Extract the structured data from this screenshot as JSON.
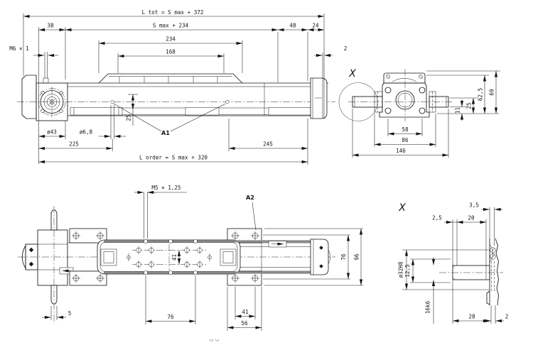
{
  "colors": {
    "line": "#141414",
    "rail_band": "#8a8a8a",
    "background": "#ffffff"
  },
  "side_view": {
    "dim_l_tot": "L tot = S max + 372",
    "dim_s_max": "S max + 234",
    "dim_38": "38",
    "dim_48": "48",
    "dim_24": "24",
    "dim_234": "234",
    "dim_168": "168",
    "thread_label": "M6 × 1",
    "dim_2": "2",
    "dim_flange": "ø43",
    "dim_hole": "ø6,8",
    "dim_25": "25",
    "label_a1": "A1",
    "dim_225": "225",
    "dim_245": "245",
    "dim_l_order": "L order = S max + 320"
  },
  "end_view": {
    "detail_marker": "X",
    "dim_58": "58",
    "dim_86": "86",
    "dim_146": "146",
    "dim_11": "11",
    "dim_25": "25",
    "dim_62_5": "62,5",
    "dim_69": "69"
  },
  "plan_view": {
    "thread_label": "M5 × 1,25",
    "label_a2": "A2",
    "dim_41_holes": "41",
    "dim_5": "5",
    "dim_76_holes": "76",
    "dim_41_plate": "41",
    "dim_56": "56",
    "dim_76_width": "76",
    "dim_96": "96"
  },
  "detail_view": {
    "detail_marker": "X",
    "dim_3_5": "3,5",
    "dim_2_5": "2,5",
    "dim_20": "20",
    "dim_bore": "ø32H8",
    "dim_12_5": "12,5",
    "dim_shaft": "16k6",
    "dim_28": "28",
    "dim_2": "2"
  }
}
